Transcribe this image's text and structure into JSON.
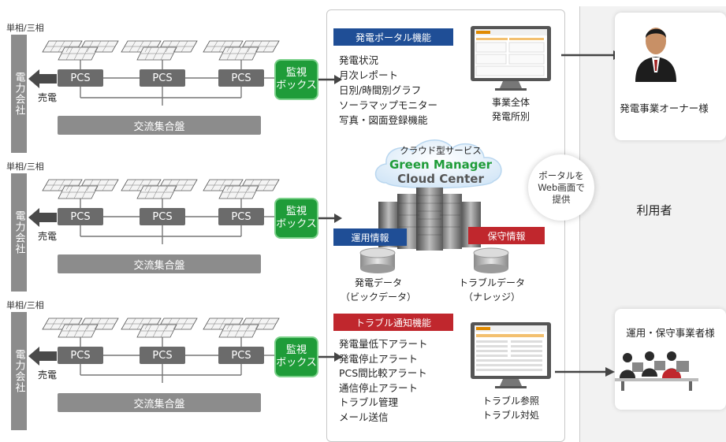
{
  "phase_label": "単相/三相",
  "utility_label": "電力会社",
  "sell_label": "売電",
  "pcs_label": "PCS",
  "bus_label": "交流集合盤",
  "monitor_box": {
    "line1": "監視",
    "line2": "ボックス"
  },
  "portal": {
    "title": "発電ポータル機能",
    "items": [
      "発電状況",
      "月次レポート",
      "日別/時間別グラフ",
      "ソーラマップモニター",
      "写真・図面登録機能"
    ],
    "screen_caption": [
      "事業全体",
      "発電所別"
    ]
  },
  "cloud": {
    "service_label": "クラウド型サービス",
    "name_line1": "Green Manager",
    "name_line2": "Cloud Center",
    "ops_info": "運用情報",
    "maint_info": "保守情報",
    "db1": [
      "発電データ",
      "（ビックデータ）"
    ],
    "db2": [
      "トラブルデータ",
      "（ナレッジ）"
    ],
    "web_bubble": [
      "ポータルを",
      "Web画面で",
      "提供"
    ]
  },
  "alert": {
    "title": "トラブル通知機能",
    "items": [
      "発電量低下アラート",
      "発電停止アラート",
      "PCS間比較アラート",
      "通信停止アラート",
      "トラブル管理",
      "メール送信"
    ],
    "screen_caption": [
      "トラブル参照",
      "トラブル対処"
    ]
  },
  "users": {
    "label": "利用者",
    "owner": "発電事業オーナー様",
    "operator": "運用・保守事業者様"
  },
  "colors": {
    "green": "#1f9c39",
    "navy": "#1f4e96",
    "red": "#c0272d",
    "gray": "#8c8c8c",
    "dark": "#6b6b6b"
  }
}
